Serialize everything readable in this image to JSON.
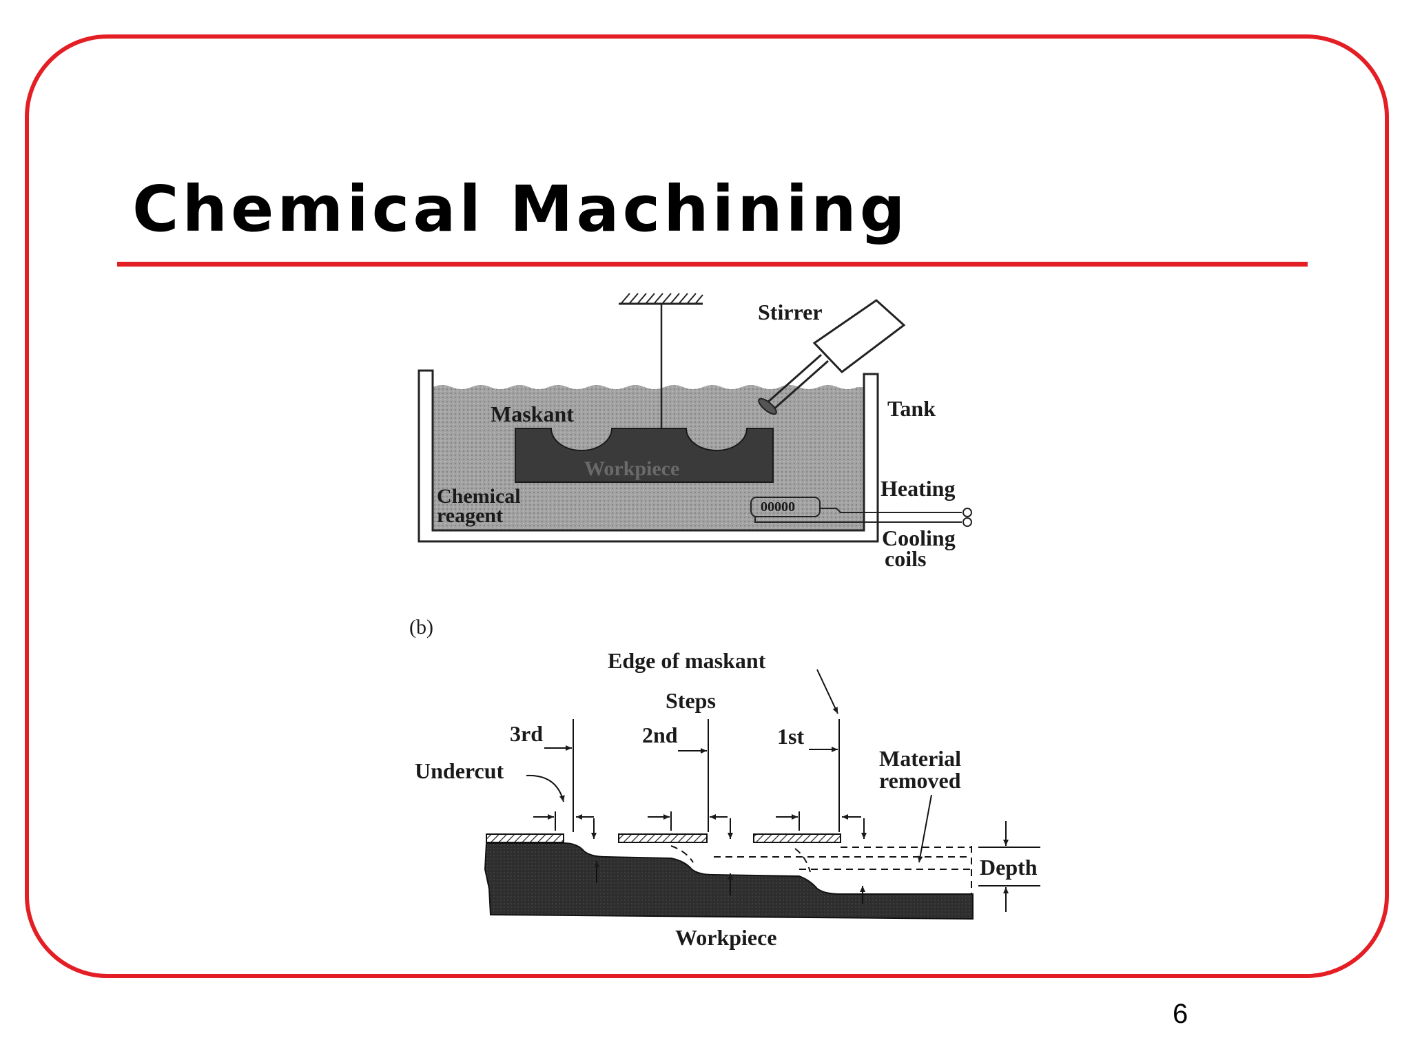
{
  "slide": {
    "title": "Chemical Machining",
    "page_number": "6",
    "accent_color": "#e31e24"
  },
  "figure_a": {
    "labels": {
      "stirrer": "Stirrer",
      "tank": "Tank",
      "maskant": "Maskant",
      "workpiece": "Workpiece",
      "reagent_line1": "Chemical",
      "reagent_line2": "reagent",
      "heating": "Heating",
      "cooling_line1": "Cooling",
      "cooling_line2": "coils",
      "coil": "00000"
    }
  },
  "figure_b": {
    "label": "(b)",
    "labels": {
      "edge_of_maskant": "Edge of maskant",
      "steps": "Steps",
      "third": "3rd",
      "second": "2nd",
      "first": "1st",
      "undercut": "Undercut",
      "material_line1": "Material",
      "material_line2": "removed",
      "depth": "Depth",
      "workpiece": "Workpiece"
    }
  }
}
